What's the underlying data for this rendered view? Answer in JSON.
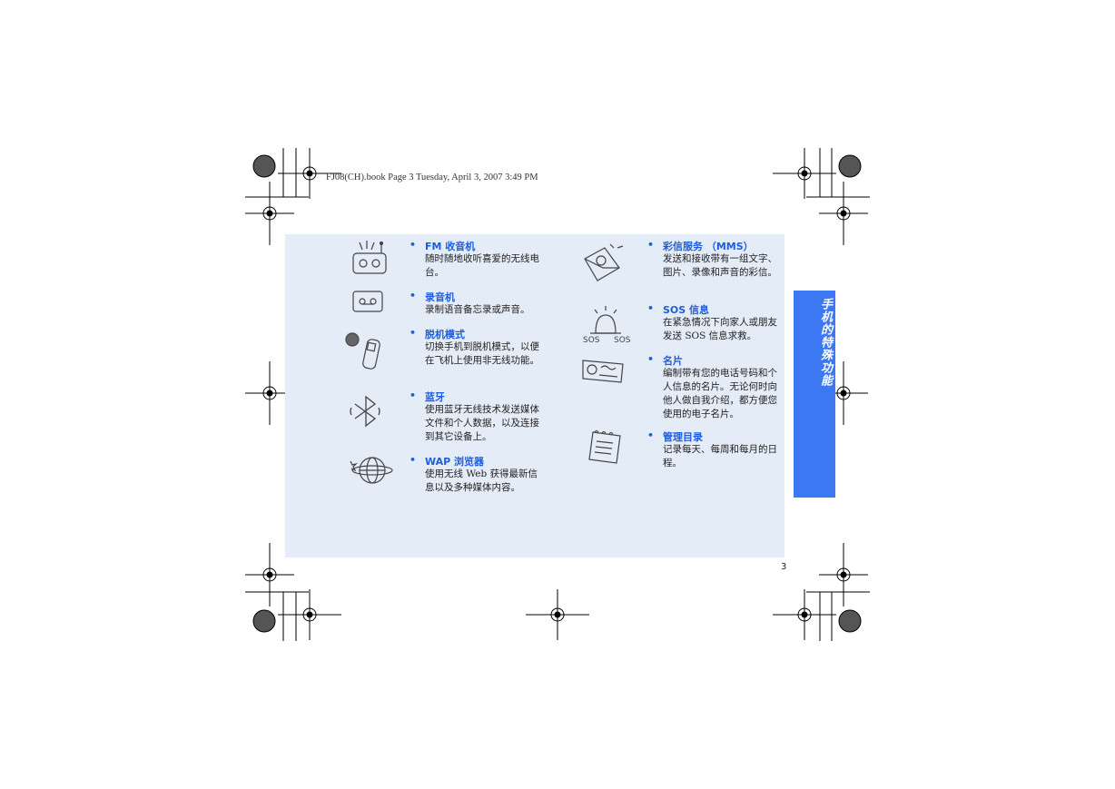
{
  "header": {
    "meta": "FJ08(CH).book  Page 3  Tuesday, April 3, 2007  3:49 PM"
  },
  "side_tab": "手机的特殊功能",
  "page_number": "3",
  "left_column": [
    {
      "title": "FM 收音机",
      "desc": "随时随地收听喜爱的无线电台。",
      "icon": "radio-icon"
    },
    {
      "title": "录音机",
      "desc": "录制语音备忘录或声音。",
      "icon": "voice-recorder-icon"
    },
    {
      "title": "脱机模式",
      "desc": "切换手机到脱机模式，以便在飞机上使用非无线功能。",
      "icon": "offline-mode-icon"
    },
    {
      "title": "蓝牙",
      "desc": "使用蓝牙无线技术发送媒体文件和个人数据，以及连接到其它设备上。",
      "icon": "bluetooth-icon"
    },
    {
      "title": "WAP 浏览器",
      "desc": "使用无线 Web 获得最新信息以及多种媒体内容。",
      "icon": "globe-icon"
    }
  ],
  "right_column": [
    {
      "title": "彩信服务 （MMS）",
      "desc": "发送和接收带有一组文字、图片、录像和声音的彩信。",
      "icon": "mms-envelope-icon"
    },
    {
      "title": "SOS 信息",
      "desc": "在紧急情况下向家人或朋友发送 SOS 信息求救。",
      "icon": "sos-alarm-icon"
    },
    {
      "title": "名片",
      "desc": "编制带有您的电话号码和个人信息的名片。无论何时向他人做自我介绍，都方便您使用的电子名片。",
      "icon": "name-card-icon"
    },
    {
      "title": "管理目录",
      "desc": "记录每天、每周和每月的日程。",
      "icon": "calendar-icon"
    }
  ],
  "colors": {
    "accent": "#1d5de0",
    "panel_bg": "#e4ecf8",
    "tab_bg": "#3b78f2"
  }
}
